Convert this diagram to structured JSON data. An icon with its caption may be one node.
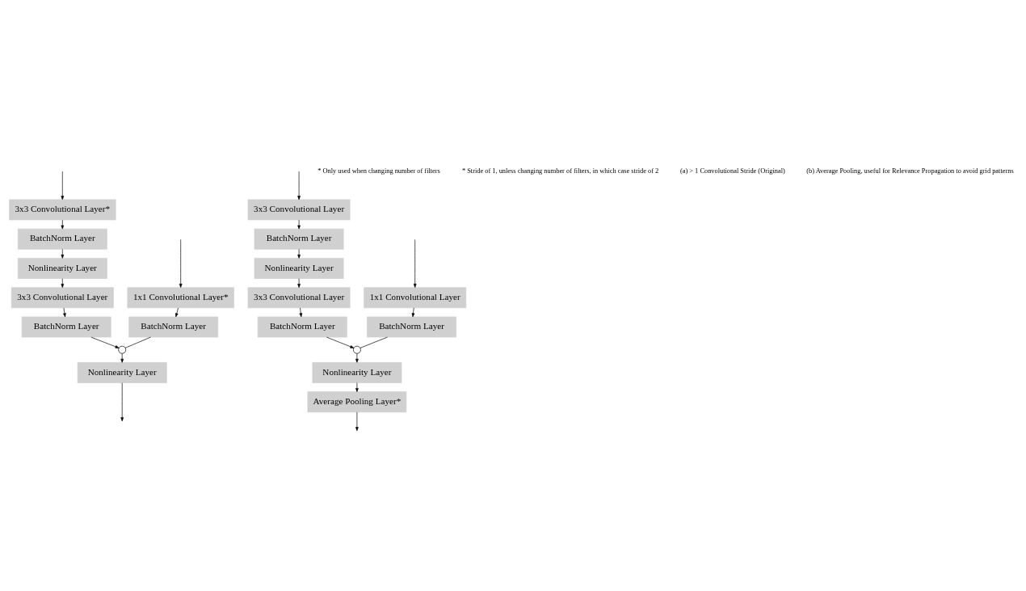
{
  "diagram": {
    "nodes": [
      {
        "text": [
          "1x1 Convolutional Layer*"
        ]
      },
      {
        "text": [
          "BatchNorm Layer"
        ]
      },
      {
        "text": [
          "3x3 Convolutional Layer*"
        ]
      },
      {
        "text": [
          "BatchNorm Layer"
        ]
      },
      {
        "text": [
          "Nonlinearity Layer"
        ]
      },
      {
        "text": [
          "3x3 Convolutional Layer"
        ]
      },
      {
        "text": [
          "BatchNorm Layer"
        ]
      },
      {
        "text": [],
        "shape": "circle"
      },
      {
        "text": [
          "Nonlinearity Layer"
        ]
      },
      {
        "text": [
          "1x1 Convolutional Layer"
        ]
      },
      {
        "text": [
          "BatchNorm Layer"
        ]
      },
      {
        "text": [
          "3x3 Convolutional Layer"
        ]
      },
      {
        "text": [
          "BatchNorm Layer"
        ]
      },
      {
        "text": [
          "Nonlinearity Layer"
        ]
      },
      {
        "text": [
          "3x3 Convolutional Layer"
        ]
      },
      {
        "text": [
          "BatchNorm Layer"
        ]
      },
      {
        "text": [],
        "shape": "circle"
      },
      {
        "text": [
          "Nonlinearity Layer"
        ]
      },
      {
        "text": [
          "Average Pooling Layer*"
        ]
      }
    ],
    "edges": [
      {
        "from": null,
        "to": 0,
        "arrow": "to"
      },
      {
        "from": null,
        "to": 2,
        "arrow": "to"
      },
      {
        "from": 0,
        "to": 1,
        "arrow": "to"
      },
      {
        "from": 2,
        "to": 3,
        "arrow": "to"
      },
      {
        "from": 3,
        "to": 4,
        "arrow": "to"
      },
      {
        "from": 4,
        "to": 5,
        "arrow": "to"
      },
      {
        "from": 5,
        "to": 6,
        "arrow": "to"
      },
      {
        "from": 1,
        "to": 7,
        "arrow": "none"
      },
      {
        "from": 6,
        "to": 7,
        "arrow": "to"
      },
      {
        "from": 7,
        "to": 8,
        "arrow": "to"
      },
      {
        "from": 8,
        "to": null,
        "arrow": "to"
      },
      {
        "from": null,
        "to": 9,
        "arrow": "to"
      },
      {
        "from": null,
        "to": 11,
        "arrow": "to"
      },
      {
        "from": 9,
        "to": 10,
        "arrow": "to"
      },
      {
        "from": 11,
        "to": 12,
        "arrow": "to"
      },
      {
        "from": 12,
        "to": 13,
        "arrow": "to"
      },
      {
        "from": 13,
        "to": 14,
        "arrow": "to"
      },
      {
        "from": 14,
        "to": 15,
        "arrow": "to"
      },
      {
        "from": 10,
        "to": 16,
        "arrow": "none"
      },
      {
        "from": 15,
        "to": 16,
        "arrow": "to"
      },
      {
        "from": 16,
        "to": 17,
        "arrow": "to"
      },
      {
        "from": 17,
        "to": 18,
        "arrow": "to"
      },
      {
        "from": 18,
        "to": null,
        "arrow": "to"
      }
    ],
    "labels": [
      "* Only used when changing number of filters",
      "* Stride of 1, unless changing number of filters, in which case stride of 2",
      "(a) > 1 Convolutional Stride (Original)",
      "(b) Average Pooling, useful for Relevance Propagation to avoid grid patterns"
    ]
  }
}
